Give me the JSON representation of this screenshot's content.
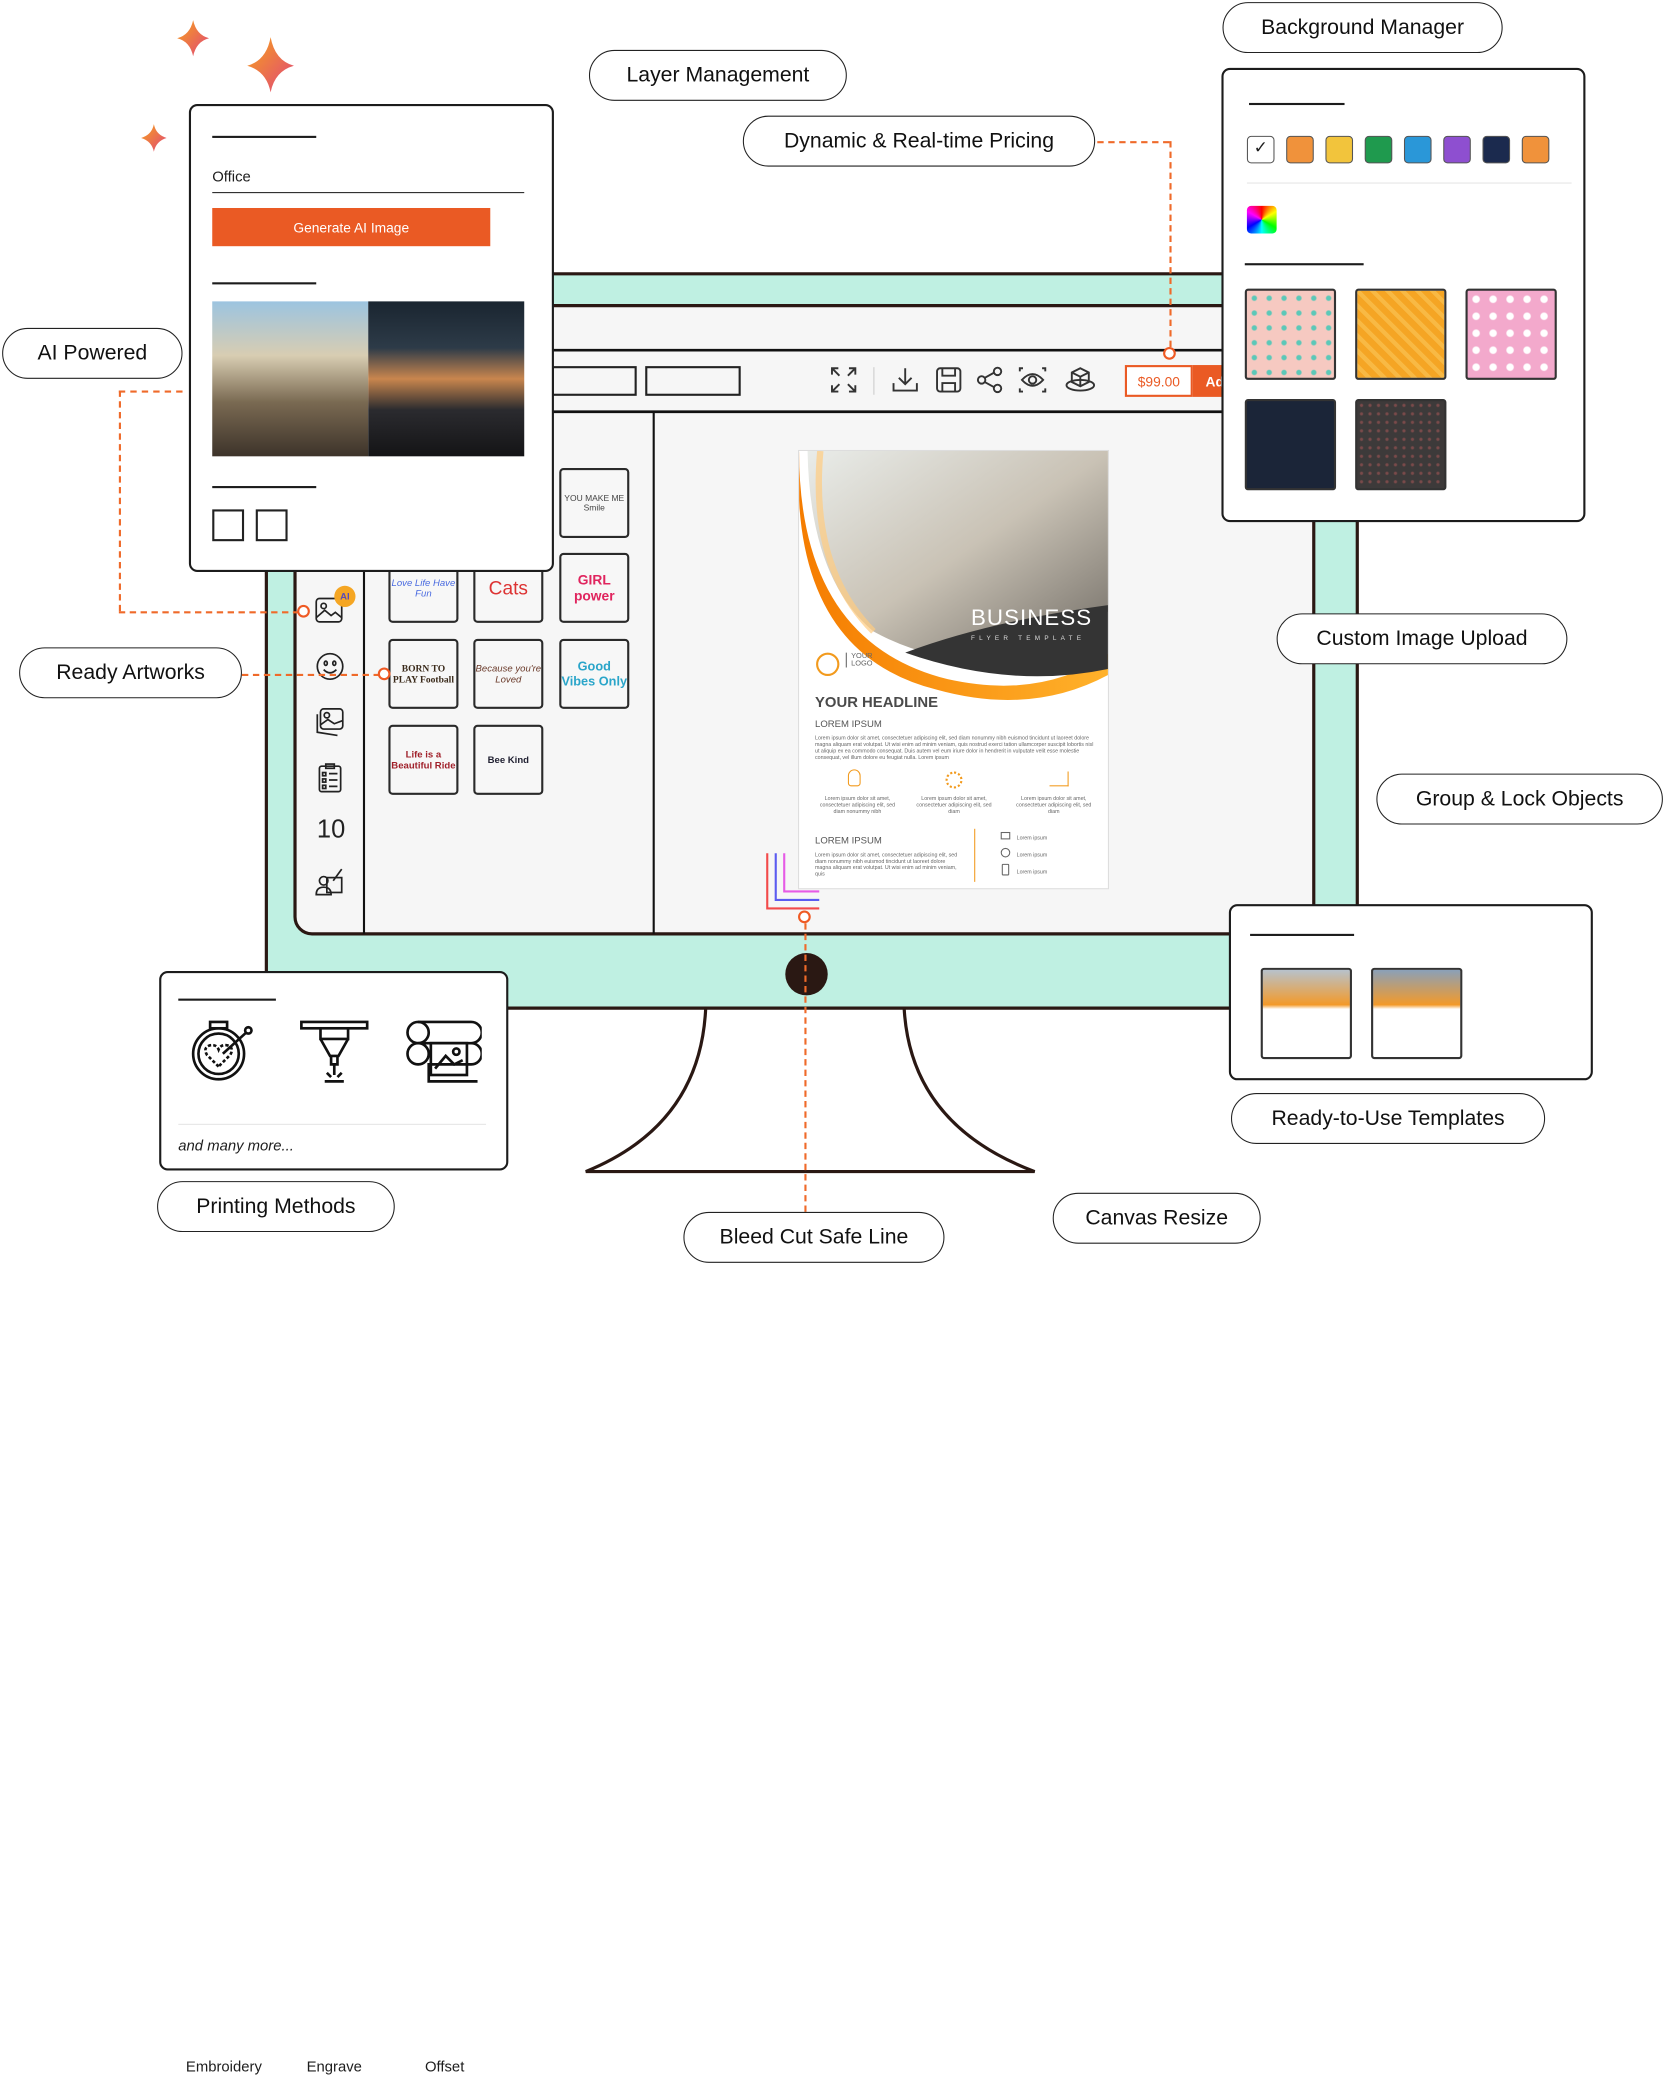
{
  "labels": {
    "ai_powered": "AI Powered",
    "ready_artworks": "Ready Artworks",
    "layer_management": "Layer Management",
    "dynamic_pricing": "Dynamic & Real-time Pricing",
    "background_manager": "Background Manager",
    "custom_image_upload": "Custom Image Upload",
    "group_lock": "Group & Lock Objects",
    "templates": "Ready-to-Use Templates",
    "canvas_resize": "Canvas Resize",
    "bleed_line": "Bleed Cut Safe Line",
    "printing_methods": "Printing Methods"
  },
  "ai_panel": {
    "prompt_value": "Office",
    "generate_button": "Generate AI Image"
  },
  "toolbar": {
    "price": "$99.00",
    "add_button": "Ad",
    "icons": [
      "fullscreen-icon",
      "download-icon",
      "save-icon",
      "share-icon",
      "preview-icon",
      "3d-view-icon"
    ]
  },
  "rail": {
    "ai_badge": "AI",
    "count": "10"
  },
  "artworks": [
    "YOU MAKE ME Smile",
    "Love Life Have Fun",
    "Cats",
    "GIRL power",
    "BORN TO PLAY Football",
    "Because you're Loved",
    "Good Vibes Only",
    "Life is a Beautiful Ride",
    "Bee Kind"
  ],
  "flyer": {
    "title": "BUSINESS",
    "subtitle": "FLYER TEMPLATE",
    "logo": "YOUR LOGO",
    "headline": "YOUR HEADLINE",
    "section1": "LOREM IPSUM",
    "body1": "Lorem ipsum dolor sit amet, consectetuer adipiscing elit, sed diam nonummy nibh euismod tincidunt ut laoreet dolore magna aliquam erat volutpat. Ut wisi enim ad minim veniam, quis nostrud exerci tation ullamcorper suscipit lobortis nisl ut aliquip ex ea commodo consequat. Duis autem vel eum iriure dolor in hendrerit in vulputate velit esse molestie consequat, vel illum dolore eu feugiat nulla. Lorem ipsum",
    "feature1": "Lorem ipsum dolor sit amet, consectetuer adipiscing elit, sed diam nonummy nibh",
    "feature2": "Lorem ipsum dolor sit amet, consectetuer adipiscing elit, sed diam",
    "feature3": "Lorem ipsum dolor sit amet, consectetuer adipiscing elit, sed diam",
    "section2": "LOREM IPSUM",
    "body2": "Lorem ipsum dolor sit amet, consectetuer adipiscing elit, sed diam nonummy nibh euismod tincidunt ut laoreet dolore magna aliquam erat volutpat. Ut wisi enim ad minim veniam, quis",
    "contact1": "Lorem ipsum",
    "contact2": "Lorem ipsum",
    "contact3": "Lorem ipsum"
  },
  "background_colors": [
    "#f0923b",
    "#f2c43c",
    "#1f9a4e",
    "#2a97d8",
    "#8e4fd0",
    "#1b2a4e",
    "#f0923b"
  ],
  "printing": {
    "methods": [
      "Embroidery",
      "Engrave",
      "Offset"
    ],
    "more": "and many more..."
  },
  "colors": {
    "accent": "#ea5a24",
    "mint": "#bff0e2",
    "frame": "#2a1813"
  }
}
